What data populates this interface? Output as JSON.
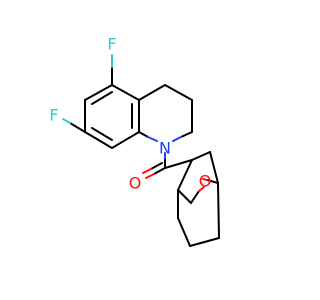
{
  "molecule": {
    "atoms": {
      "fluorine_top": "F",
      "fluorine_left": "F",
      "nitrogen": "N",
      "carbonyl_oxygen": "O",
      "bridge_oxygen": "O"
    },
    "colors": {
      "bond": "#000000",
      "fluorine": "#33cccc",
      "nitrogen": "#1f3fff",
      "oxygen": "#ff0d0d"
    }
  }
}
